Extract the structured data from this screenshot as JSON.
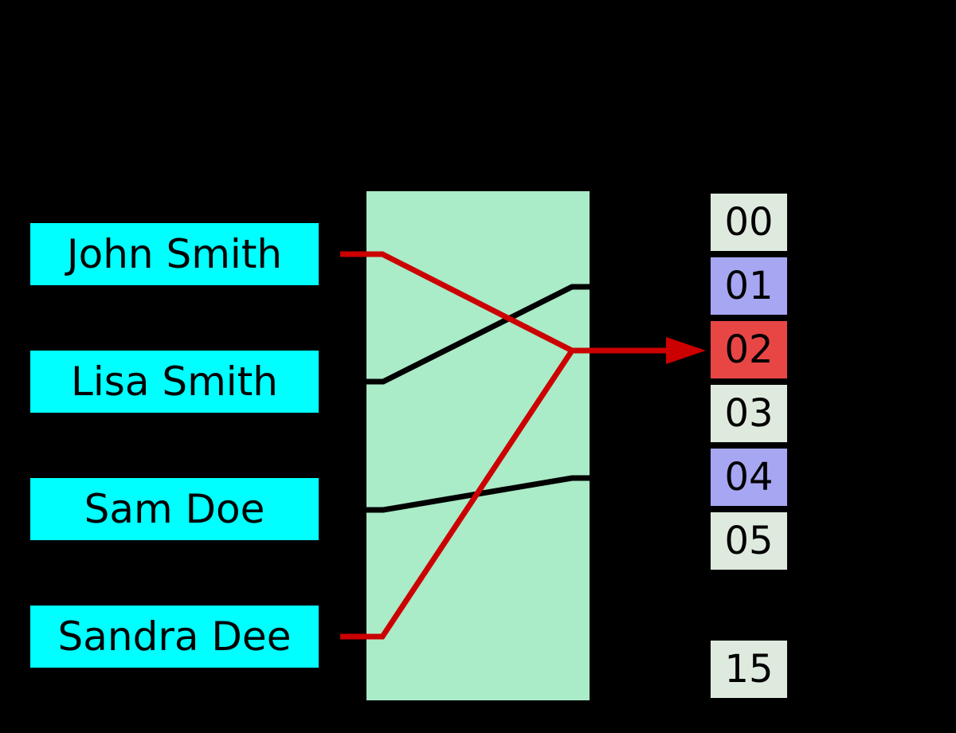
{
  "keys": {
    "items": [
      {
        "label": "John Smith"
      },
      {
        "label": "Lisa Smith"
      },
      {
        "label": "Sam Doe"
      },
      {
        "label": "Sandra Dee"
      }
    ]
  },
  "buckets": {
    "items": [
      {
        "label": "00",
        "state": "empty"
      },
      {
        "label": "01",
        "state": "occupied"
      },
      {
        "label": "02",
        "state": "collision"
      },
      {
        "label": "03",
        "state": "empty"
      },
      {
        "label": "04",
        "state": "occupied"
      },
      {
        "label": "05",
        "state": "empty"
      },
      {
        "label": "15",
        "state": "empty"
      }
    ]
  },
  "connections": [
    {
      "from": "John Smith",
      "to": "02",
      "color": "#CC0000",
      "collision": true
    },
    {
      "from": "Lisa Smith",
      "to": "01",
      "color": "#000000",
      "collision": false
    },
    {
      "from": "Sam Doe",
      "to": "04",
      "color": "#000000",
      "collision": false
    },
    {
      "from": "Sandra Dee",
      "to": "02",
      "color": "#CC0000",
      "collision": true
    }
  ],
  "colors": {
    "background": "#000000",
    "key_fill": "#00FFFF",
    "key_text": "#000000",
    "hash_box_fill": "#AAEBC8",
    "bucket_empty_fill": "#DFEADF",
    "bucket_occupied_fill": "#A6A6F2",
    "bucket_collision_fill": "#E84545",
    "bucket_text": "#000000",
    "edge_red": "#CC0000",
    "edge_black": "#000000"
  }
}
